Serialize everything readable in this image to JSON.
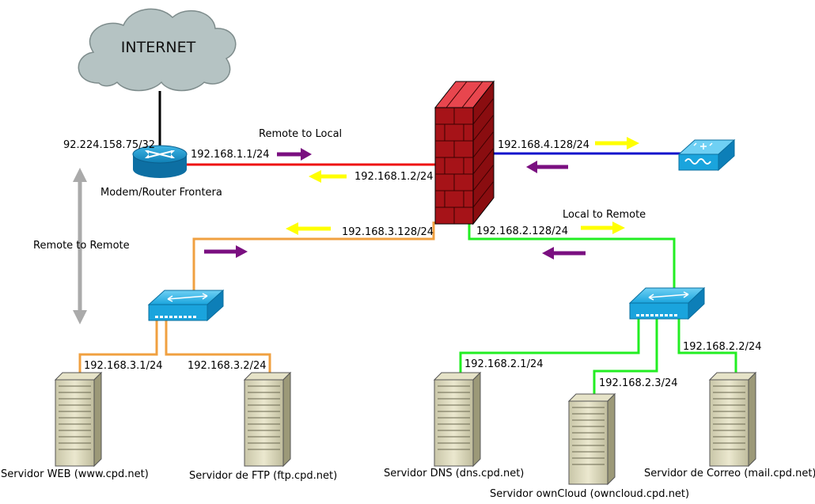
{
  "internet": {
    "label": "INTERNET"
  },
  "router": {
    "name": "Modem/Router Frontera",
    "public_ip": "92.224.158.75/32",
    "lan_ip": "192.168.1.1/24"
  },
  "firewall": {
    "ip_wan": "192.168.1.2/24",
    "ip_ap": "192.168.4.128/24",
    "ip_dmz": "192.168.3.128/24",
    "ip_lan": "192.168.2.128/24"
  },
  "flows": {
    "remote_to_local": "Remote to Local",
    "local_to_remote": "Local to Remote",
    "remote_to_remote": "Remote to Remote"
  },
  "dmz": {
    "web": {
      "name": "Servidor WEB (www.cpd.net)",
      "ip": "192.168.3.1/24"
    },
    "ftp": {
      "name": "Servidor de FTP (ftp.cpd.net)",
      "ip": "192.168.3.2/24"
    }
  },
  "lan": {
    "dns": {
      "name": "Servidor DNS (dns.cpd.net)",
      "ip": "192.168.2.1/24"
    },
    "owncloud": {
      "name": "Servidor ownCloud (owncloud.cpd.net)",
      "ip": "192.168.2.3/24"
    },
    "mail": {
      "name": "Servidor de Correo (mail.cpd.net)",
      "ip": "192.168.2.2/24"
    }
  },
  "colors": {
    "wan_link": "#ee1111",
    "ap_link": "#1111cc",
    "dmz_link": "#f0a040",
    "lan_link": "#22ee22",
    "outbound_arrow": "#ffff00",
    "inbound_arrow": "#7a0f80",
    "bidirectional_arrow": "#aaaaaa"
  }
}
